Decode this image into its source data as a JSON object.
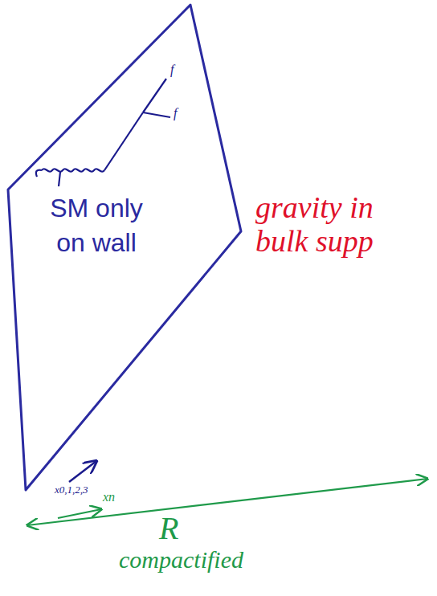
{
  "diagram": {
    "nodes": [
      {
        "text": [
          "SM only on wall"
        ]
      }
    ],
    "labels": [
      "f",
      "f",
      "x0,1,2,3",
      "xn",
      "R",
      "compactified",
      "gravity in bulk supp"
    ]
  }
}
